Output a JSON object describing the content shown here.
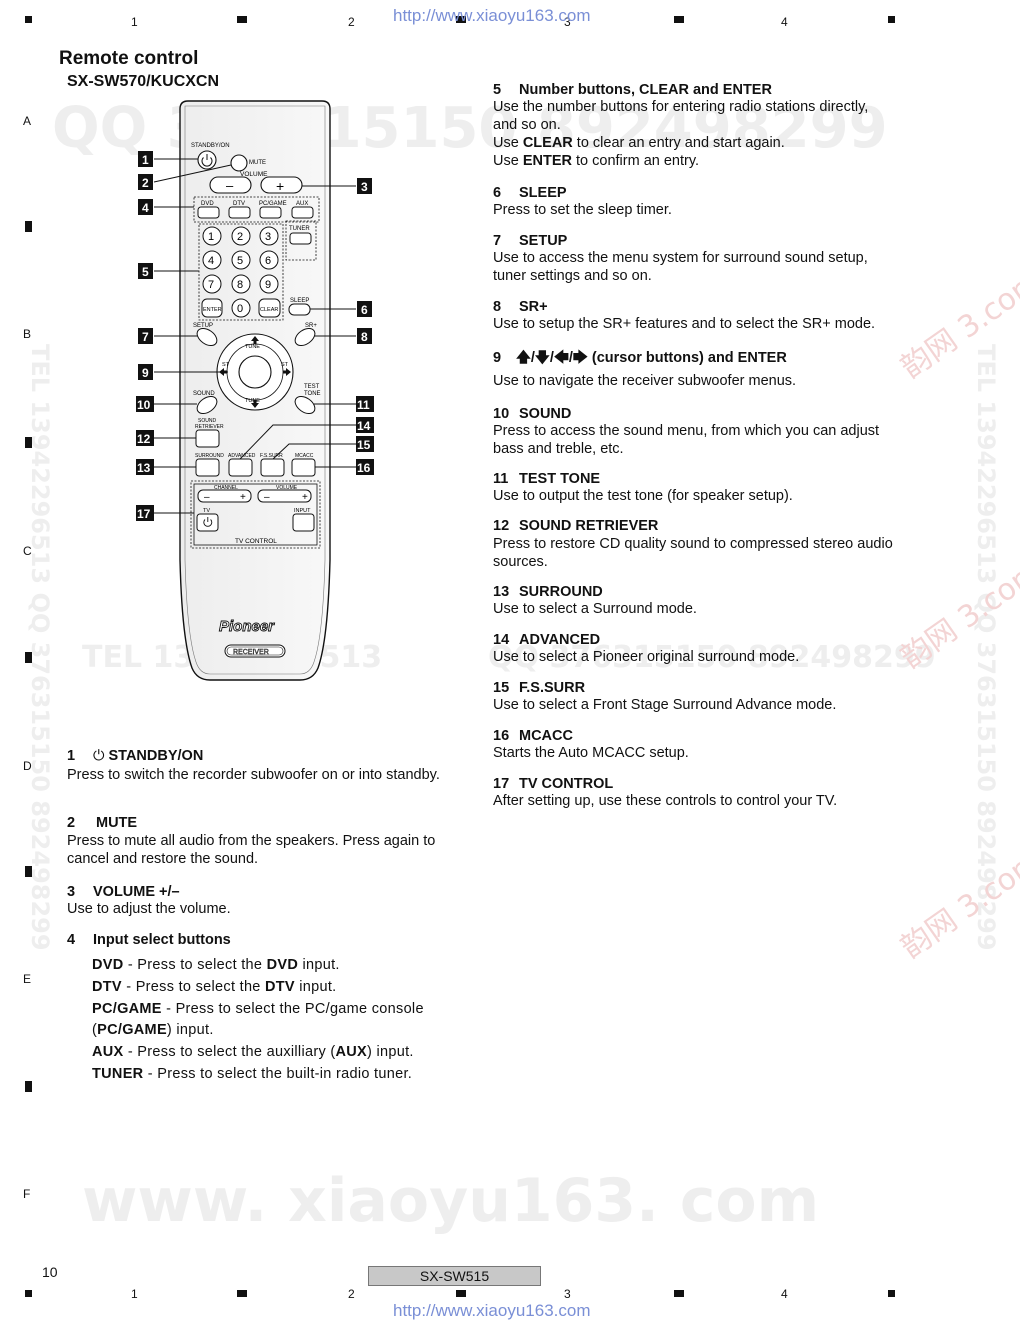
{
  "header": {
    "url": "http://www.xiaoyu163.com",
    "columns": [
      "1",
      "2",
      "3",
      "4"
    ]
  },
  "rows": [
    "A",
    "B",
    "C",
    "D",
    "E",
    "F"
  ],
  "watermarks": {
    "qq": "QQ 376315150 892498299",
    "tel": "TEL 13942296513",
    "qq2": "QQ 376315150 892498299",
    "side_left": "TEL 13942296513 QQ 376315150 892498299",
    "side_right": "TEL 13942296513 QQ 376315150 892498299",
    "site": "www. xiaoyu163. com",
    "red1": "韵网 3.com",
    "red2": "韵网 3.com",
    "red3": "韵网 3.com"
  },
  "page": {
    "title": "Remote control",
    "model": "SX-SW570/KUCXCN",
    "page_number": "10",
    "footer_model": "SX-SW515",
    "footer_url": "http://www.xiaoyu163.com"
  },
  "remote": {
    "standby": "STANDBY/ON",
    "mute": "MUTE",
    "volume": "VOLUME",
    "minus": "–",
    "plus": "+",
    "inputs": [
      "DVD",
      "DTV",
      "PC/GAME",
      "AUX"
    ],
    "tuner": "TUNER",
    "keys": [
      "1",
      "2",
      "3",
      "4",
      "5",
      "6",
      "7",
      "8",
      "9"
    ],
    "enter": "ENTER",
    "zero": "0",
    "clear": "CLEAR",
    "sleep": "SLEEP",
    "setup": "SETUP",
    "srplus": "SR+",
    "tune_up": "TUNE",
    "tune_down": "TUNE",
    "st_left": "ST",
    "st_right": "ST",
    "sound": "SOUND",
    "test_tone_1": "TEST",
    "test_tone_2": "TONE",
    "sound_retriever_1": "SOUND",
    "sound_retriever_2": "RETRIEVER",
    "surround": "SURROUND",
    "advanced": "ADVANCED",
    "fssurr": "F.S.SURR",
    "mcacc": "MCACC",
    "channel": "CHANNEL",
    "tv_volume": "VOLUME",
    "tv": "TV",
    "input": "INPUT",
    "tv_control": "TV  CONTROL",
    "brand": "Pioneer",
    "receiver": "RECEIVER",
    "callouts": [
      "1",
      "2",
      "3",
      "4",
      "5",
      "6",
      "7",
      "8",
      "9",
      "10",
      "11",
      "12",
      "13",
      "14",
      "15",
      "16",
      "17"
    ]
  },
  "left_items": [
    {
      "num": "1",
      "heading": "STANDBY/ON",
      "text": "Press to switch the recorder subwoofer on or into standby."
    },
    {
      "num": "2",
      "heading": "MUTE",
      "text": "Press to mute all audio from the speakers. Press again to cancel and restore the sound."
    },
    {
      "num": "3",
      "heading": "VOLUME +/–",
      "text": "Use to adjust the volume."
    },
    {
      "num": "4",
      "heading": "Input select buttons",
      "text": ""
    }
  ],
  "input_list": [
    {
      "key": "DVD",
      "pre": " - Press to select the ",
      "bold": "DVD",
      "post": " input."
    },
    {
      "key": "DTV",
      "pre": " - Press to select the ",
      "bold": "DTV",
      "post": " input."
    },
    {
      "key": "PC/GAME",
      "pre": " - Press to select the PC/game console (",
      "bold": "PC/GAME",
      "post": ") input."
    },
    {
      "key": "AUX",
      "pre": " - Press to select the auxilliary (",
      "bold": "AUX",
      "post": ") input."
    },
    {
      "key": "TUNER",
      "pre": " - Press to select the built-in radio tuner.",
      "bold": "",
      "post": ""
    }
  ],
  "right_items": [
    {
      "num": "5",
      "heading": "Number buttons, CLEAR and ENTER",
      "lines": [
        {
          "pre": "Use the number buttons for entering radio stations directly, and so on.",
          "bold": "",
          "post": ""
        },
        {
          "pre": "Use ",
          "bold": "CLEAR",
          "post": " to clear an entry and start again."
        },
        {
          "pre": "Use ",
          "bold": "ENTER",
          "post": " to confirm an entry."
        }
      ]
    },
    {
      "num": "6",
      "heading": "SLEEP",
      "lines": [
        {
          "pre": "Press to set the sleep timer.",
          "bold": "",
          "post": ""
        }
      ]
    },
    {
      "num": "7",
      "heading": "SETUP",
      "lines": [
        {
          "pre": "Use to access the menu system for surround sound setup, tuner settings and so on.",
          "bold": "",
          "post": ""
        }
      ]
    },
    {
      "num": "8",
      "heading": "SR+",
      "lines": [
        {
          "pre": "Use to setup the SR+ features and to select the SR+ mode.",
          "bold": "",
          "post": ""
        }
      ]
    },
    {
      "num": "9",
      "heading": "🡅/🡇/🡄/🡆 (cursor buttons) and ENTER",
      "lines": [
        {
          "pre": "Use to navigate the receiver subwoofer menus.",
          "bold": "",
          "post": ""
        }
      ]
    },
    {
      "num": "10",
      "heading": "SOUND",
      "lines": [
        {
          "pre": "Press to access the sound menu, from which you can adjust bass and treble, etc.",
          "bold": "",
          "post": ""
        }
      ]
    },
    {
      "num": "11",
      "heading": "TEST TONE",
      "lines": [
        {
          "pre": "Use to output the test tone (for speaker setup).",
          "bold": "",
          "post": ""
        }
      ]
    },
    {
      "num": "12",
      "heading": "SOUND RETRIEVER",
      "lines": [
        {
          "pre": "Press to restore CD quality sound to compressed stereo audio sources.",
          "bold": "",
          "post": ""
        }
      ]
    },
    {
      "num": "13",
      "heading": "SURROUND",
      "lines": [
        {
          "pre": "Use to select a Surround mode.",
          "bold": "",
          "post": ""
        }
      ]
    },
    {
      "num": "14",
      "heading": "ADVANCED",
      "lines": [
        {
          "pre": "Use to select a Pioneer original surround mode.",
          "bold": "",
          "post": ""
        }
      ]
    },
    {
      "num": "15",
      "heading": "F.S.SURR",
      "lines": [
        {
          "pre": "Use to select a Front Stage Surround Advance mode.",
          "bold": "",
          "post": ""
        }
      ]
    },
    {
      "num": "16",
      "heading": "MCACC",
      "lines": [
        {
          "pre": "Starts the Auto MCACC setup.",
          "bold": "",
          "post": ""
        }
      ]
    },
    {
      "num": "17",
      "heading": "TV CONTROL",
      "lines": [
        {
          "pre": "After setting up, use these controls to control your TV.",
          "bold": "",
          "post": ""
        }
      ]
    }
  ]
}
